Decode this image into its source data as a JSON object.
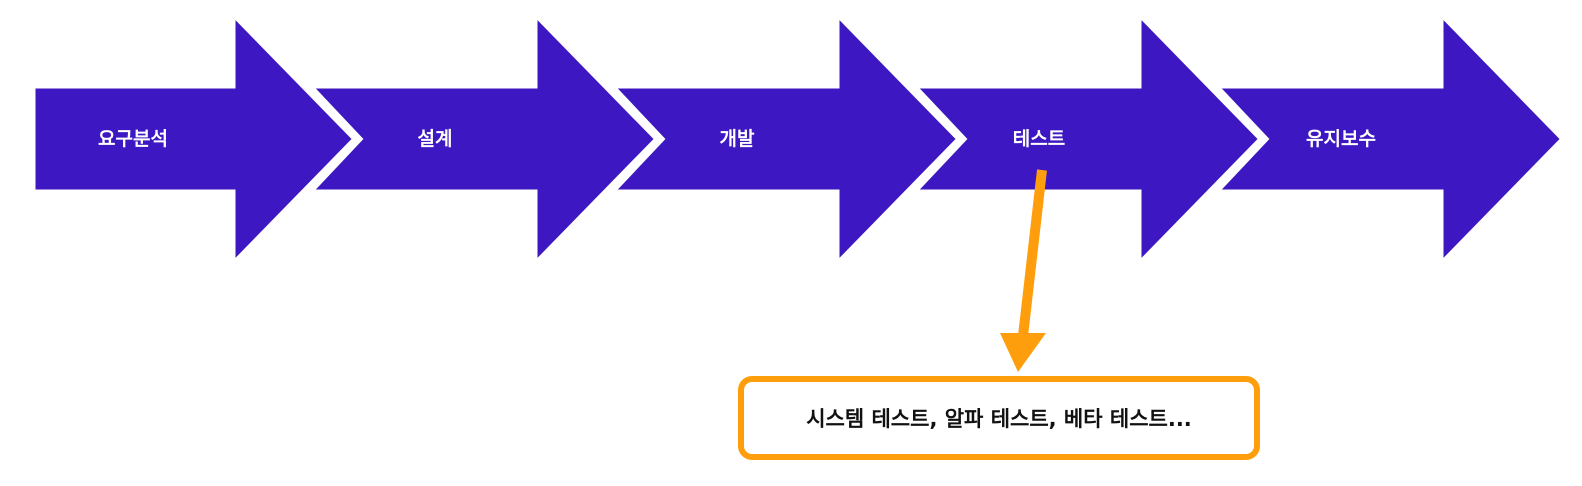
{
  "stages": [
    {
      "label": "요구분석"
    },
    {
      "label": "설계"
    },
    {
      "label": "개발"
    },
    {
      "label": "테스트"
    },
    {
      "label": "유지보수"
    }
  ],
  "highlighted_stage": 3,
  "callout": {
    "text": "시스템 테스트, 알파 테스트, 베타 테스트..."
  },
  "colors": {
    "arrow_fill": "#3c17c2",
    "arrow_text": "#ffffff",
    "callout_accent": "#ff9e0d",
    "callout_text": "#111111"
  }
}
